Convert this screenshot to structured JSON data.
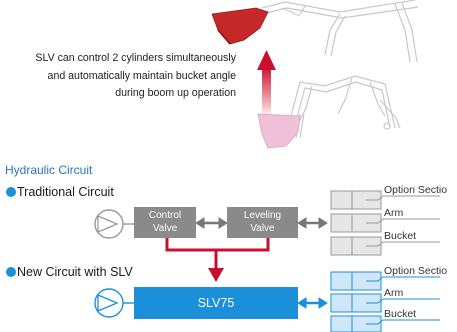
{
  "description": {
    "line1": "SLV can control 2 cylinders simultaneously",
    "line2": "and automatically maintain bucket angle",
    "line3": "during boom up operation"
  },
  "section_title": "Hydraulic Circuit",
  "traditional": {
    "title": "Traditional Circuit",
    "control_valve": [
      "Control",
      "Valve"
    ],
    "leveling_valve": [
      "Leveling",
      "Valve"
    ],
    "cylinders": [
      "Option Sectio",
      "Arm",
      "Bucket"
    ]
  },
  "new_circuit": {
    "title": "New Circuit with SLV",
    "slv_label": "SLV75",
    "cylinders": [
      "Option Sectio",
      "Arm",
      "Bucket"
    ]
  },
  "colors": {
    "gray_box": "#8a8a8a",
    "slv_blue": "#1c8fdb",
    "red_arrow": "#c8102e",
    "title_blue": "#2b73c0"
  }
}
